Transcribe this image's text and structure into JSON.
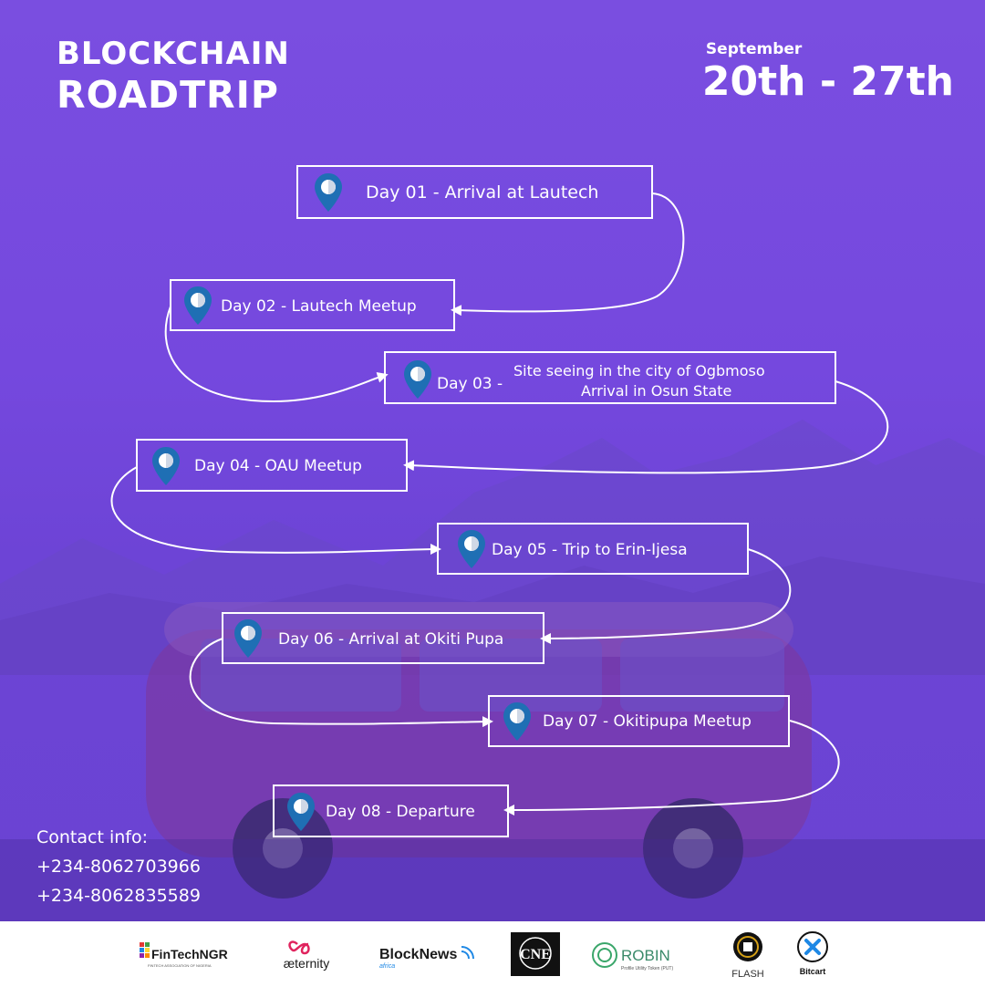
{
  "header": {
    "title_line1": "BLOCKCHAIN",
    "title_line2": "ROADTRIP",
    "month": "September",
    "date_range": "20th - 27th"
  },
  "itinerary": [
    {
      "label": "Day 01 - Arrival at Lautech"
    },
    {
      "label": "Day 02 - Lautech Meetup"
    },
    {
      "label_prefix": "Day 03 -",
      "label_line1": "Site seeing in the city of Ogbmoso",
      "label_line2": "Arrival in Osun State"
    },
    {
      "label": "Day 04 - OAU Meetup"
    },
    {
      "label": "Day 05 - Trip to Erin-Ijesa"
    },
    {
      "label": "Day 06 - Arrival at Okiti Pupa"
    },
    {
      "label": "Day 07 - Okitipupa Meetup"
    },
    {
      "label": "Day 08 - Departure"
    }
  ],
  "contact": {
    "heading": "Contact info:",
    "phones": [
      "+234-8062703966",
      "+234-8062835589"
    ]
  },
  "sponsors": [
    {
      "name": "FinTechNGR",
      "sub": "FINTECH ASSOCIATION OF NIGERIA"
    },
    {
      "name": "æternity"
    },
    {
      "name": "BlockNews",
      "sub": "africa"
    },
    {
      "name": "CNE"
    },
    {
      "name": "ROBIN",
      "sub": "Profile Utility Token (PUT)"
    },
    {
      "name": "FLASH"
    },
    {
      "name": "Bitcart"
    }
  ],
  "colors": {
    "background": "#7548de",
    "pin": "#1f6fb4",
    "text": "#ffffff"
  }
}
